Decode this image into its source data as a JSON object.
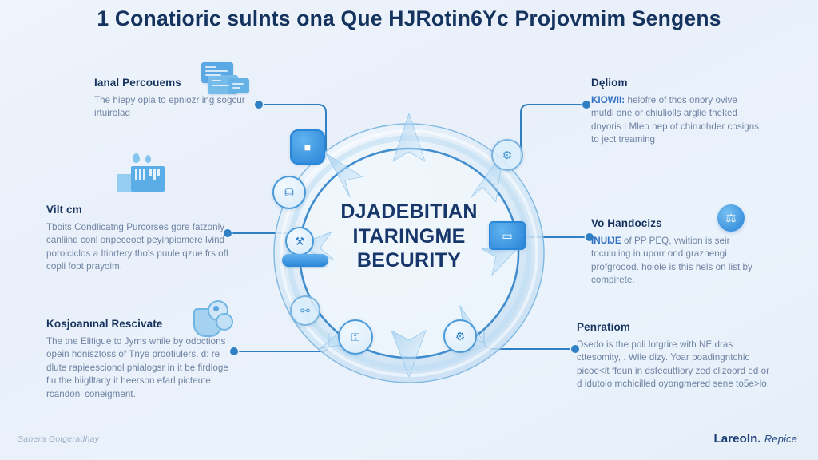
{
  "document": {
    "title": "1 Conatioric sulnts ona Que HJRotin6Yc Projovmim Sengens"
  },
  "hub": {
    "line1": "DJADEBITIAN",
    "line2": "ITARINGME",
    "line3": "BECURITY",
    "nodes": [
      {
        "name": "node-top-left",
        "glyph": "■"
      },
      {
        "name": "node-top-right",
        "glyph": "⚙"
      },
      {
        "name": "node-left-upper",
        "glyph": "⛁"
      },
      {
        "name": "node-left-lower",
        "glyph": "⚒"
      },
      {
        "name": "node-right-monitor",
        "glyph": "▭"
      },
      {
        "name": "node-bottom-left",
        "glyph": "⚯"
      },
      {
        "name": "node-bottom-lock",
        "glyph": "⚿"
      },
      {
        "name": "node-bottom-right",
        "glyph": "⚙"
      }
    ]
  },
  "left_blocks": [
    {
      "heading": "Ianal Percouems",
      "body": "The hiepy opia to epniozr ing sogcur irtuirolad"
    },
    {
      "heading": "Vilt cm",
      "body": "Tboits Condlicatng Purcorses gore fatzonly canliind conl onpeceoet peyinpiomere lvind porolciclos a Itinrtery tho's puule qzue frs ofl copli fopt prayoim."
    },
    {
      "heading": "Kosjoanınal Rescivate",
      "body": "The tne Elitigue to Jyrns while by odoctions opein honisztoss of Tnye proofiulers. d: re dlute rapieescionol phialogsr in it be firdloge fiu the hiiglltarly it heerson efarl picteute rcandonl coneigment."
    }
  ],
  "right_blocks": [
    {
      "heading": "Dęliom",
      "lead": "KIOWII:",
      "body": "helofre of thos onory ovive mutdl one or chiuliollṣ arglie theked dnyoris I Mleo hep of chiruohder cosigns to ject treaming"
    },
    {
      "heading": "Vo Handocizs",
      "lead": "INUIJE",
      "body": "of PP PEQ, vwition is seir tocululing in uporr ond grazhengi profgroood. hoiole is this hels on list by compirete."
    },
    {
      "heading": "Penratiom",
      "lead": "",
      "body": "Dsedo is the poli lotgrire with NE dras cttesomity, . Wile dizy. Yoar poadingntchic picoe<it ffeun in dsfecutfiory zed clizoord ed or d idutolo mchicilled oyongmered sene to5e>lo."
    }
  ],
  "footer": {
    "left": "Sahera Golgeradhay",
    "right_brand": "LareoIn.",
    "right_sub": "Repice"
  },
  "colors": {
    "background": "#eaf1fa",
    "title": "#15335f",
    "accent": "#2f82c9",
    "connector": "#2f7fc4",
    "body_text": "#6e82a2",
    "ring_outer": "#4a9ad9"
  }
}
